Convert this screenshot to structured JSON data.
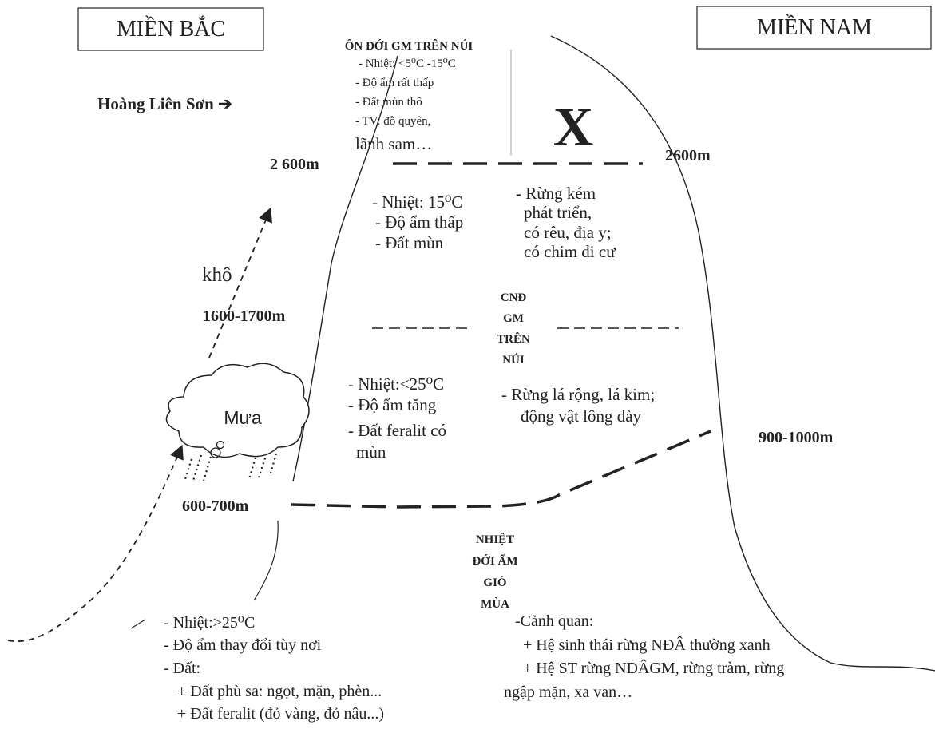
{
  "header": {
    "north_label": "MIỀN BẮC",
    "south_label": "MIỀN NAM"
  },
  "top_zone": {
    "title": "ÔN ĐỚI GM TRÊN NÚI",
    "lines": [
      "- Nhiệt: <5⁰C -15⁰C",
      "- Độ ẩm rất thấp",
      "- Đất mùn thô",
      "- TV: đỗ quyên,",
      "lãnh sam…"
    ],
    "marker": "X"
  },
  "mountain_label": "Hoàng Liên Sơn ➔",
  "altitudes": {
    "north_top": "2 600m",
    "south_top": "2600m",
    "north_mid": "1600-1700m",
    "south_low": "900-1000m",
    "north_low": "600-700m"
  },
  "upper_subzone": {
    "climate": [
      "- Nhiệt: 15⁰C",
      "- Độ ẩm thấp",
      "- Đất mùn"
    ],
    "biota": [
      "- Rừng kém",
      "phát triển,",
      "có rêu, địa y;",
      "có chim di cư"
    ]
  },
  "middle_zone": {
    "title": [
      "CNĐ",
      "GM",
      "TRÊN",
      "NÚI"
    ],
    "climate": [
      "- Nhiệt:<25⁰C",
      "- Độ ẩm tăng",
      "- Đất feralit có",
      "mùn"
    ],
    "biota": [
      "- Rừng lá rộng, lá kim;",
      "động vật lông dày"
    ]
  },
  "weather": {
    "dry_label": "khô",
    "rain_label": "Mưa"
  },
  "bottom_zone": {
    "title": [
      "NHIỆT",
      "ĐỚI ẨM",
      "GIÓ",
      "MÙA"
    ],
    "climate": [
      "- Nhiệt:>25⁰C",
      "- Độ ẩm thay đổi tùy nơi",
      "- Đất:",
      "+ Đất phù sa: ngọt, mặn, phèn...",
      "+ Đất feralit (đỏ vàng, đỏ nâu...)"
    ],
    "landscape": [
      "-Cảnh quan:",
      "+ Hệ sinh thái rừng NĐÂ thường xanh",
      "+ Hệ ST rừng NĐÂGM, rừng tràm, rừng",
      "ngập mặn, xa van…"
    ]
  },
  "colors": {
    "ink": "#222222",
    "background": "#ffffff"
  }
}
